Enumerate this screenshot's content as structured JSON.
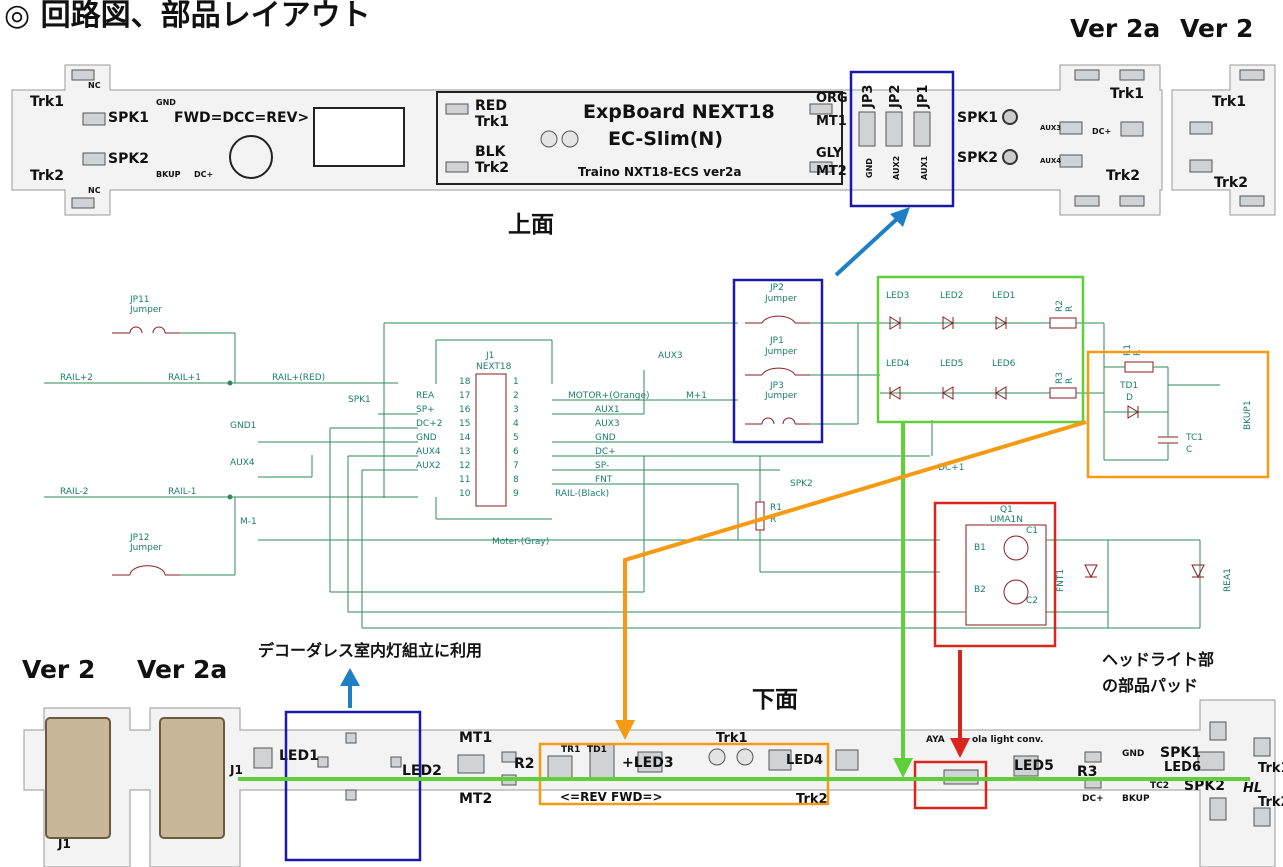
{
  "header": {
    "title": "◎ 回路図、部品レイアウト",
    "ver2a_top": "Ver 2a",
    "ver2_top": "Ver 2",
    "ver2_bottom": "Ver 2",
    "ver2a_bottom": "Ver 2a",
    "top_face": "上面",
    "bottom_face": "下面"
  },
  "notes": {
    "decoderless": "デコーダレス室内灯組立に利用",
    "headlight_line1": "ヘッドライト部",
    "headlight_line2": "の部品パッド"
  },
  "top_board": {
    "fwd": "FWD=DCC=REV>",
    "red": "RED",
    "trk1_a": "Trk1",
    "blk": "BLK",
    "trk2_a": "Trk2",
    "name": "ExpBoard NEXT18",
    "model": "EC-Slim(N)",
    "maker": "Traino NXT18-ECS ver2a",
    "org": "ORG",
    "mt1": "MT1",
    "gly": "GLY",
    "mt2": "MT2",
    "jp3": "JP3",
    "jp2": "JP2",
    "jp1": "JP1",
    "gnd": "GND",
    "aux2": "AUX2",
    "aux1": "AUX1",
    "spk1": "SPK1",
    "spk2": "SPK2",
    "aux3": "AUX3",
    "aux4": "AUX4",
    "dcp": "DC+",
    "trk1_l": "Trk1",
    "trk2_l": "Trk2",
    "nc": "NC",
    "gnd_s": "GND",
    "bkup": "BKUP",
    "trk1_r": "Trk1",
    "trk2_r": "Trk2"
  },
  "schematic": {
    "jp11": "JP11",
    "jp12": "JP12",
    "jumper": "Jumper",
    "rail_p2": "RAIL+2",
    "rail_p1": "RAIL+1",
    "rail_m2": "RAIL-2",
    "rail_m1": "RAIL-1",
    "gnd1": "GND1",
    "aux4": "AUX4",
    "m1": "M-1",
    "spk1": "SPK1",
    "railp_red": "RAIL+(RED)",
    "j1": "J1",
    "next18": "NEXT18",
    "left_pins": [
      "REA",
      "SP+",
      "DC+2",
      "GND",
      "AUX4",
      "AUX2",
      "",
      ""
    ],
    "left_nums": [
      "18",
      "17",
      "16",
      "15",
      "14",
      "13",
      "12",
      "11",
      "10"
    ],
    "right_nums": [
      "1",
      "2",
      "3",
      "4",
      "5",
      "6",
      "7",
      "8",
      "9"
    ],
    "right_pins": [
      "MOTOR+(Orange)",
      "AUX1",
      "AUX3",
      "GND",
      "DC+",
      "SP-",
      "FNT",
      "RAIL-(Black)"
    ],
    "motor_gray": "Moter-(Gray)",
    "aux3": "AUX3",
    "mp1": "M+1",
    "spk2": "SPK2",
    "jp2": "JP2",
    "jp1": "JP1",
    "jp3": "JP3",
    "led3": "LED3",
    "led2": "LED2",
    "led1": "LED1",
    "led4": "LED4",
    "led5": "LED5",
    "led6": "LED6",
    "r2": "R2",
    "r3": "R3",
    "r1": "R1",
    "r": "R",
    "td1": "TD1",
    "d": "D",
    "tc1": "TC1",
    "c": "C",
    "bkup1": "BKUP1",
    "dcp1": "DC+1",
    "q1": "Q1",
    "uma1n": "UMA1N",
    "b1": "B1",
    "b2": "B2",
    "c1": "C1",
    "c2": "C2",
    "fnt1": "FNT1",
    "rea1": "REA1",
    "r1_mid": "R1"
  },
  "bottom_board": {
    "led1": "LED1",
    "led2": "LED2",
    "mt1": "MT1",
    "mt2": "MT2",
    "r2": "R2",
    "tr1": "TR1",
    "td1": "TD1",
    "led3": "+LED3",
    "revfwd": "<=REV FWD=>",
    "trk1": "Trk1",
    "trk2": "Trk2",
    "led4": "LED4",
    "aya": "AYA",
    "conv": "ola light conv.",
    "led5": "LED5",
    "r3": "R3",
    "dcp": "DC+",
    "gnd": "GND",
    "spk1": "SPK1",
    "led6": "LED6",
    "tc2": "TC2",
    "bkup": "BKUP",
    "spk2": "SPK2",
    "hl": "HL",
    "trk1_r": "Trk1",
    "trk2_r": "Trk2",
    "j1a": "J1",
    "j1b": "J1"
  },
  "colors": {
    "blue": "#1a1aa6",
    "green": "#5fcf3a",
    "orange": "#f59a12",
    "red": "#d8261c",
    "arrow_blue": "#1f7fc4"
  }
}
